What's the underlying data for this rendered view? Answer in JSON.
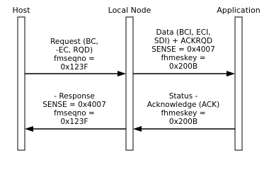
{
  "participants": {
    "host": "Host",
    "local_node": "Local Node",
    "application": "Application"
  },
  "messages": {
    "request": {
      "lines": [
        "Request (BC,",
        "-EC, RQD)",
        "fmseqno =",
        "0x123F"
      ]
    },
    "data": {
      "lines": [
        "Data (BCI, ECI,",
        "SDI) + ACKRQD",
        "SENSE = 0x4007",
        "fhmeskey =",
        "0x200B"
      ]
    },
    "response": {
      "lines": [
        "- Response",
        "SENSE = 0x4007",
        "fmseqno =",
        "0x123F"
      ]
    },
    "status": {
      "lines": [
        "Status -",
        "Acknowledge (ACK)",
        "fhmeskey =",
        "0x200B"
      ]
    }
  }
}
